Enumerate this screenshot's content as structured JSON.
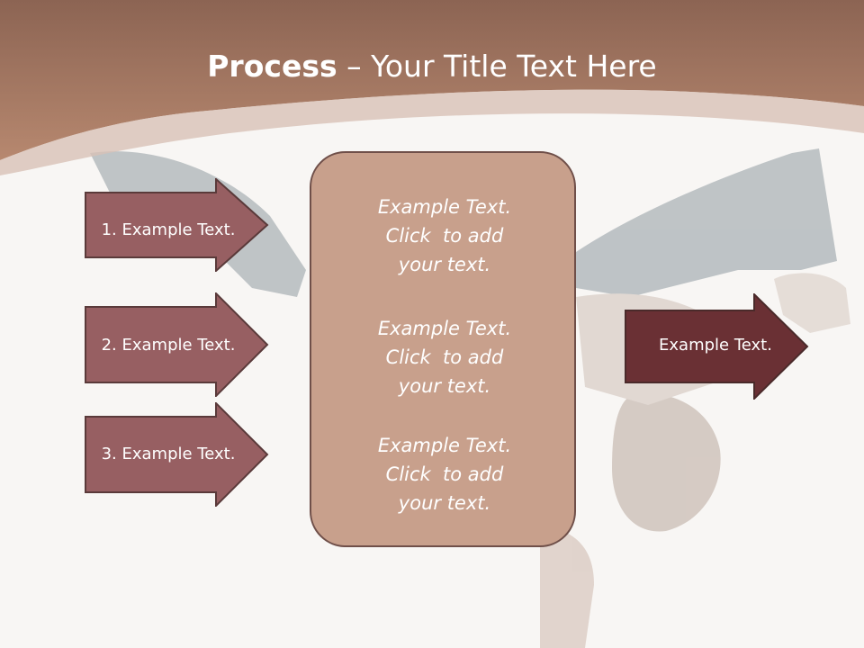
{
  "slide": {
    "title_bold": "Process",
    "title_rest": " – Your Title Text Here",
    "left_items": [
      {
        "label": "1. Example Text."
      },
      {
        "label": "2. Example Text."
      },
      {
        "label": "3. Example Text."
      }
    ],
    "center_blocks": [
      {
        "text": "Example Text.\nClick  to add\nyour text."
      },
      {
        "text": "Example Text.\nClick  to add\nyour text."
      },
      {
        "text": "Example Text.\nClick  to add\nyour text."
      }
    ],
    "right_item": {
      "label": "Example Text."
    }
  },
  "colors": {
    "header": "#b2826c",
    "left_arrow": "#975f62",
    "right_arrow": "#6a3034",
    "center_box": "#c8a08c",
    "outline": "#5a3a3a"
  }
}
